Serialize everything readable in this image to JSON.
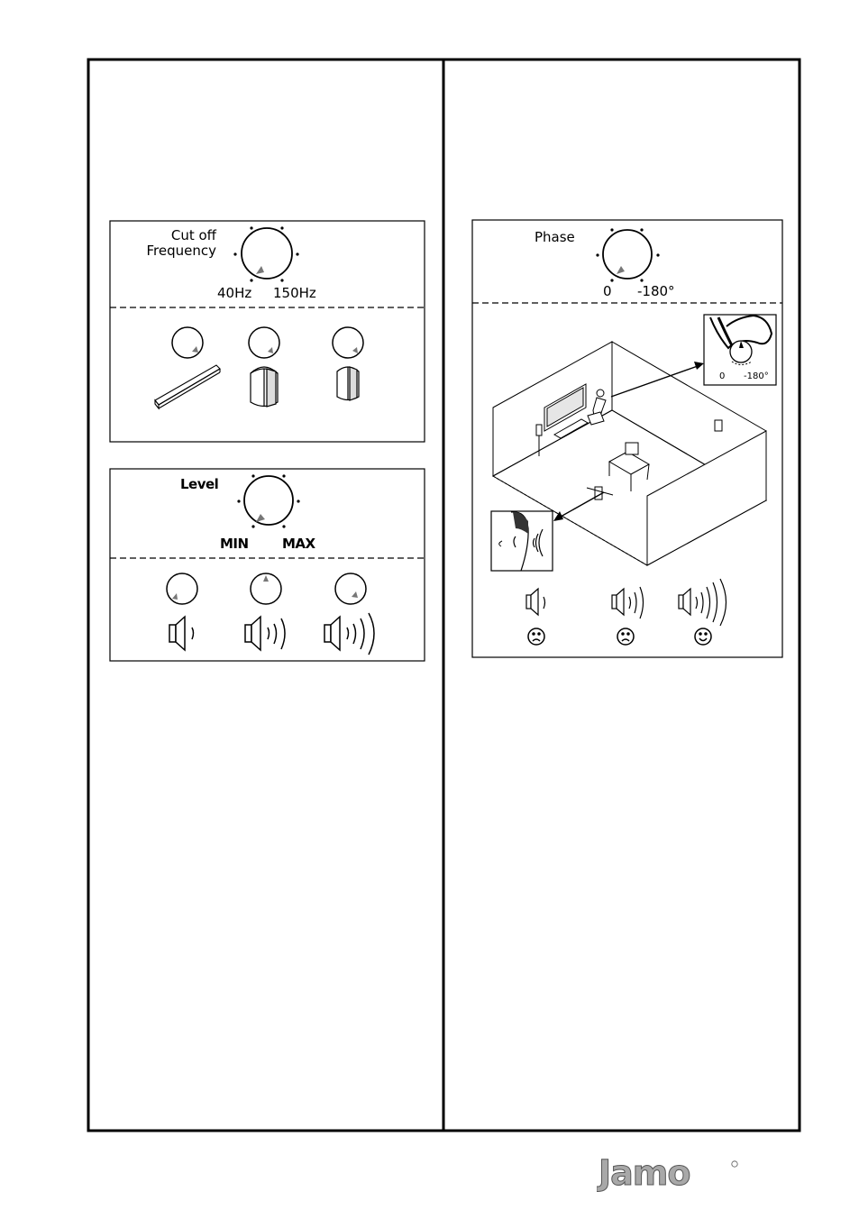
{
  "left_panel": {
    "crossover": {
      "dial_label_line1": "Cut off",
      "dial_label_line2": "Frequency",
      "min_label": "40Hz",
      "max_label": "150Hz",
      "speaker_settings": [
        "soundbar",
        "large-satellite",
        "small-satellite"
      ]
    },
    "level": {
      "dial_label": "Level",
      "min_label": "MIN",
      "max_label": "MAX",
      "volume_steps": [
        "low",
        "medium",
        "high"
      ]
    }
  },
  "right_panel": {
    "phase": {
      "dial_label": "Phase",
      "min_label": "0",
      "max_label": "-180°",
      "inset_min_label": "0",
      "inset_max_label": "-180°",
      "results": [
        {
          "volume": "low",
          "face": "sad-face-icon"
        },
        {
          "volume": "medium",
          "face": "sad-face-icon"
        },
        {
          "volume": "high",
          "face": "happy-face-icon"
        }
      ]
    }
  },
  "logo": {
    "text": "Jamo"
  },
  "colors": {
    "ink": "#000000",
    "logo_fill": "#a8a8a8"
  }
}
